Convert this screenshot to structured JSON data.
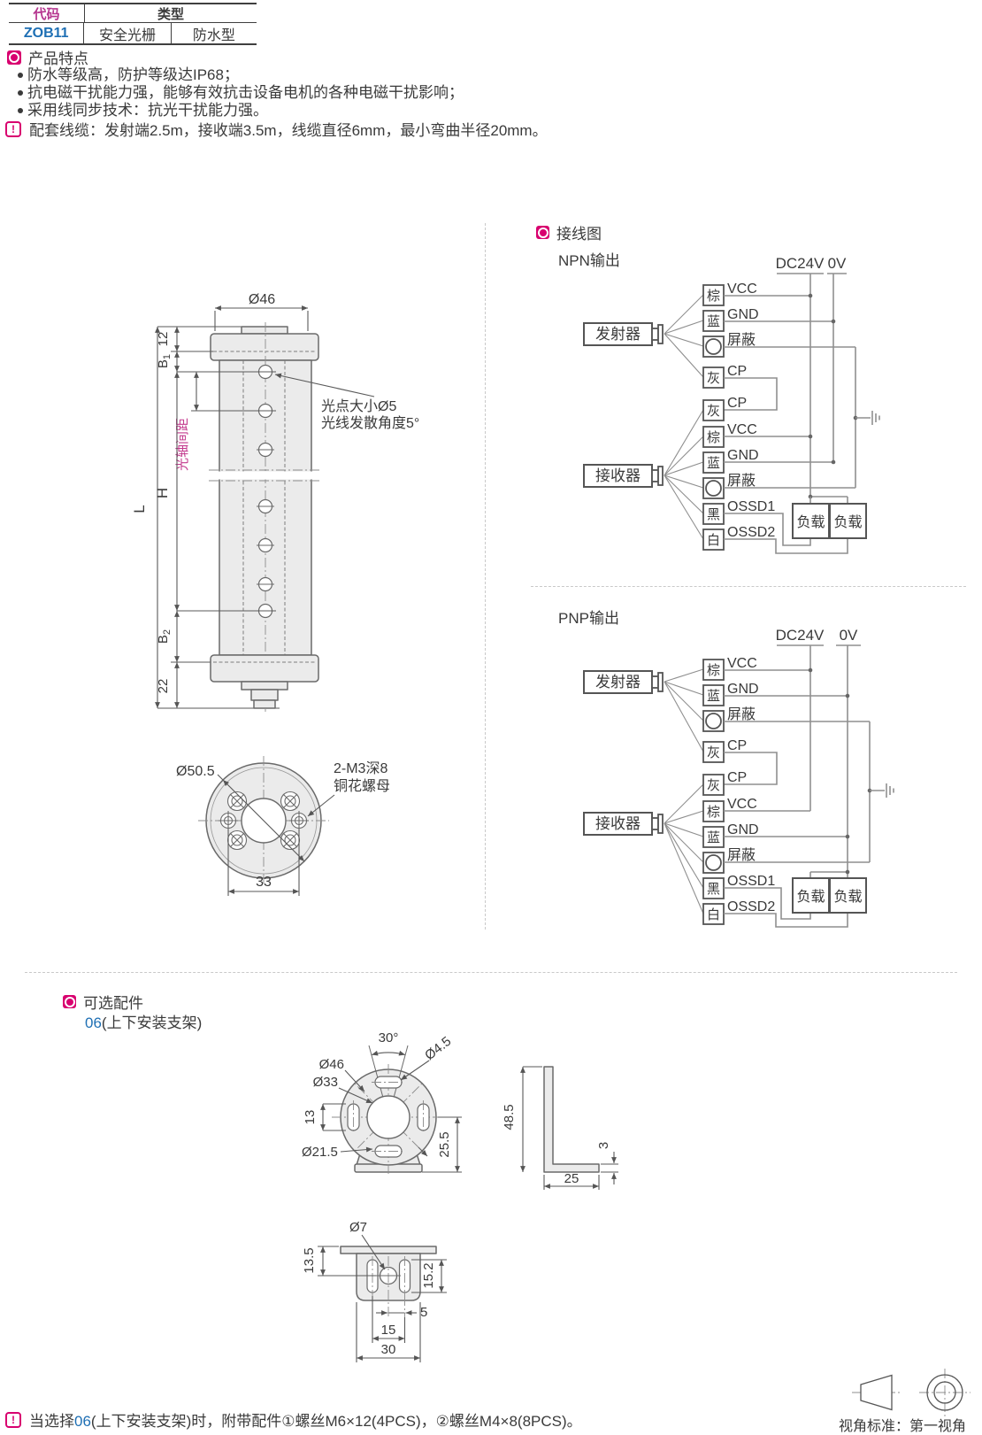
{
  "table": {
    "col1_header": "代码",
    "col2_header": "类型",
    "code": "ZOB11",
    "type1": "安全光栅",
    "type2": "防水型"
  },
  "features": {
    "title": "产品特点",
    "items": [
      "防水等级高，防护等级达IP68；",
      "抗电磁干扰能力强，能够有效抗击设备电机的各种电磁干扰影响；",
      "采用线同步技术：抗光干扰能力强。"
    ],
    "note": "配套线缆：发射端2.5m，接收端3.5m，线缆直径6mm，最小弯曲半径20mm。"
  },
  "dimension_drawing": {
    "dia46": "Ø46",
    "dim12": "12",
    "b_label": "B",
    "b1_sub": "1",
    "b2_sub": "2",
    "axis_pitch": "光轴间距",
    "h": "H",
    "l": "L",
    "dim22": "22",
    "spot_note_line1": "光点大小Ø5",
    "spot_note_line2": "光线发散角度5°",
    "dia505": "Ø50.5",
    "nut_line1": "2-M3深8",
    "nut_line2": "铜花螺母",
    "dim33": "33"
  },
  "wiring": {
    "section_title": "接线图",
    "npn_title": "NPN输出",
    "pnp_title": "PNP输出",
    "dc24v": "DC24V",
    "zerov": "0V",
    "transmitter": "发射器",
    "receiver": "接收器",
    "load": "负载",
    "colors": {
      "brown": "棕",
      "blue": "蓝",
      "gray": "灰",
      "black": "黑",
      "white": "白"
    },
    "signals": {
      "vcc": "VCC",
      "gnd": "GND",
      "shield": "屏蔽",
      "cp": "CP",
      "ossd1": "OSSD1",
      "ossd2": "OSSD2"
    }
  },
  "accessories": {
    "title": "可选配件",
    "code": "06",
    "name": "(上下安装支架)",
    "dims": {
      "deg30": "30°",
      "dia45": "Ø4.5",
      "dia46": "Ø46",
      "dia33": "Ø33",
      "d13": "13",
      "dia215": "Ø21.5",
      "d255": "25.5",
      "d485": "48.5",
      "d3": "3",
      "d25": "25",
      "dia7": "Ø7",
      "d135": "13.5",
      "d152": "15.2",
      "d5": "5",
      "d15": "15",
      "d30": "30"
    }
  },
  "footer": {
    "note_pre": "当选择",
    "note_code": "06",
    "note_post": "(上下安装支架)时，附带配件①螺丝M6×12(4PCS)，②螺丝M4×8(8PCS)。",
    "projection_label": "视角标准：第一视角"
  },
  "ui_colors": {
    "magenta_accent": "#d8006f",
    "magenta_text": "#b5358f",
    "blue_text": "#1e6fb4",
    "drawing_fill": "#ebebeb",
    "line_gray": "#6a6a6a"
  }
}
